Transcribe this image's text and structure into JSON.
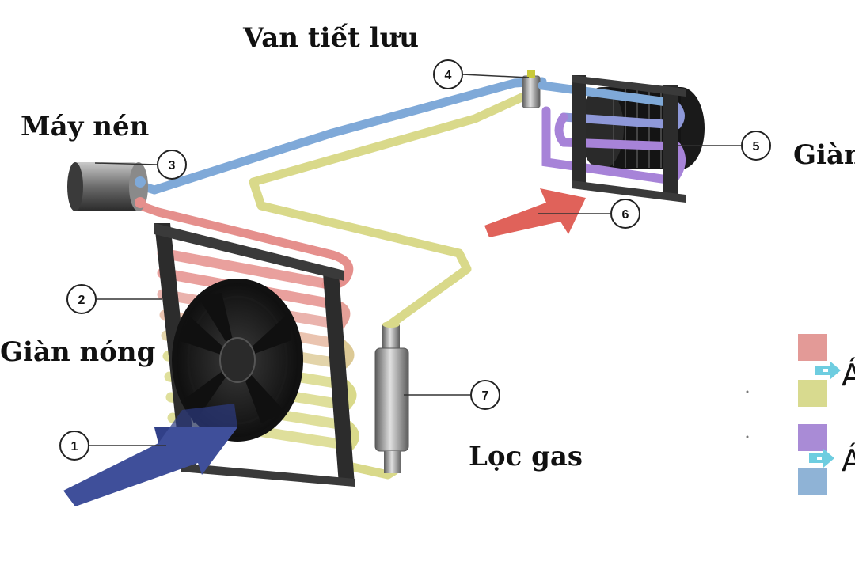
{
  "labels": {
    "expansion_valve": "Van tiết lưu",
    "compressor": "Máy nén",
    "evaporator": "Giàn",
    "condenser": "Giàn nóng",
    "filter": "Lọc gas"
  },
  "callouts": [
    "1",
    "2",
    "3",
    "4",
    "5",
    "6",
    "7"
  ],
  "legend": {
    "letter_a": "Á",
    "swatches": [
      {
        "color": "#e39a97"
      },
      {
        "color": "#d8da8f"
      },
      {
        "color": "#a98bd6"
      },
      {
        "color": "#8fb3d6"
      }
    ]
  },
  "colors": {
    "high_pressure_gas": "#e58f8c",
    "high_pressure_liquid": "#d9d98a",
    "low_pressure_liquid": "#a783d8",
    "low_pressure_gas": "#7fa9d8",
    "airflow_cold": "#3f4f9a",
    "airflow_hot": "#e0625a",
    "legend_arrow": "#6ecde0"
  }
}
